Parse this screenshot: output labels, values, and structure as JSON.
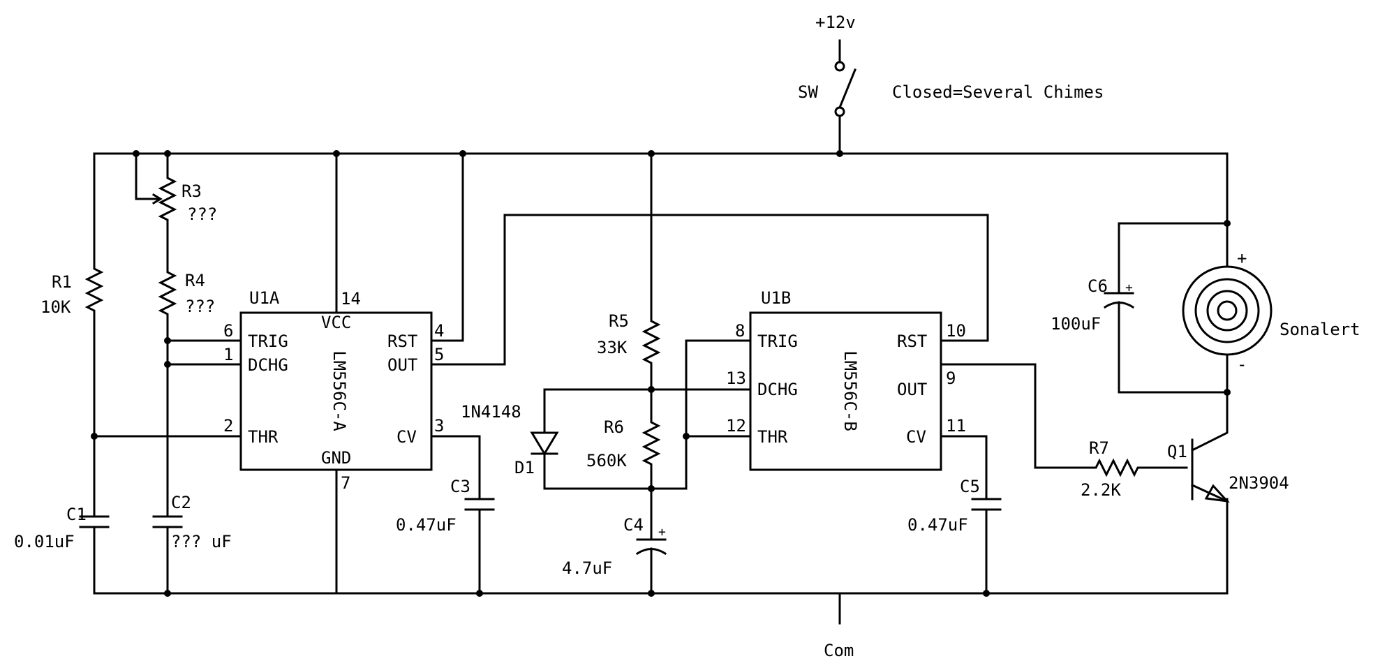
{
  "supply": {
    "label": "+12v"
  },
  "switch": {
    "ref": "SW",
    "note": "Closed=Several Chimes"
  },
  "ground": {
    "label": "Com"
  },
  "u1a": {
    "ref": "U1A",
    "part": "LM556C-A",
    "vcc": "VCC",
    "gnd": "GND",
    "pins": {
      "trig": {
        "num": "6",
        "name": "TRIG"
      },
      "dchg": {
        "num": "1",
        "name": "DCHG"
      },
      "thr": {
        "num": "2",
        "name": "THR"
      },
      "vcc": {
        "num": "14"
      },
      "gnd": {
        "num": "7"
      },
      "rst": {
        "num": "4",
        "name": "RST"
      },
      "out": {
        "num": "5",
        "name": "OUT"
      },
      "cv": {
        "num": "3",
        "name": "CV"
      }
    }
  },
  "u1b": {
    "ref": "U1B",
    "part": "LM556C-B",
    "pins": {
      "trig": {
        "num": "8",
        "name": "TRIG"
      },
      "dchg": {
        "num": "13",
        "name": "DCHG"
      },
      "thr": {
        "num": "12",
        "name": "THR"
      },
      "rst": {
        "num": "10",
        "name": "RST"
      },
      "out": {
        "num": "9",
        "name": "OUT"
      },
      "cv": {
        "num": "11",
        "name": "CV"
      }
    }
  },
  "components": {
    "r1": {
      "ref": "R1",
      "value": "10K"
    },
    "r3": {
      "ref": "R3",
      "value": "???"
    },
    "r4": {
      "ref": "R4",
      "value": "???"
    },
    "r5": {
      "ref": "R5",
      "value": "33K"
    },
    "r6": {
      "ref": "R6",
      "value": "560K"
    },
    "r7": {
      "ref": "R7",
      "value": "2.2K"
    },
    "c1": {
      "ref": "C1",
      "value": "0.01uF"
    },
    "c2": {
      "ref": "C2",
      "value": "??? uF"
    },
    "c3": {
      "ref": "C3",
      "value": "0.47uF"
    },
    "c4": {
      "ref": "C4",
      "value": "4.7uF"
    },
    "c5": {
      "ref": "C5",
      "value": "0.47uF"
    },
    "c6": {
      "ref": "C6",
      "value": "100uF"
    },
    "d1": {
      "ref": "D1",
      "value": "1N4148"
    },
    "q1": {
      "ref": "Q1",
      "value": "2N3904"
    },
    "sonalert": {
      "label": "Sonalert",
      "plus": "+",
      "minus": "-"
    },
    "polarity_plus": "+"
  }
}
